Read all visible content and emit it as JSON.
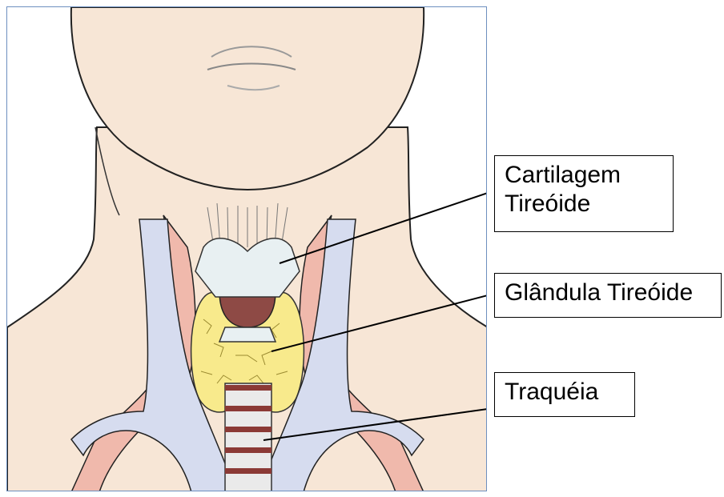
{
  "labels": {
    "cartilage": "Cartilagem\nTireóide",
    "gland": "Glândula Tireóide",
    "trachea": "Traquéia"
  },
  "colors": {
    "skin": "#f7e6d6",
    "vein": "#d6dcef",
    "artery": "#f0b9ac",
    "thyroid_gland": "#f8ea8c",
    "cartilage": "#e8f0f2",
    "muscle": "#8e4a45",
    "trachea_ring": "#8b3a36",
    "frame_border": "#6d8fbf"
  },
  "icons": [
    "neck-illustration"
  ]
}
